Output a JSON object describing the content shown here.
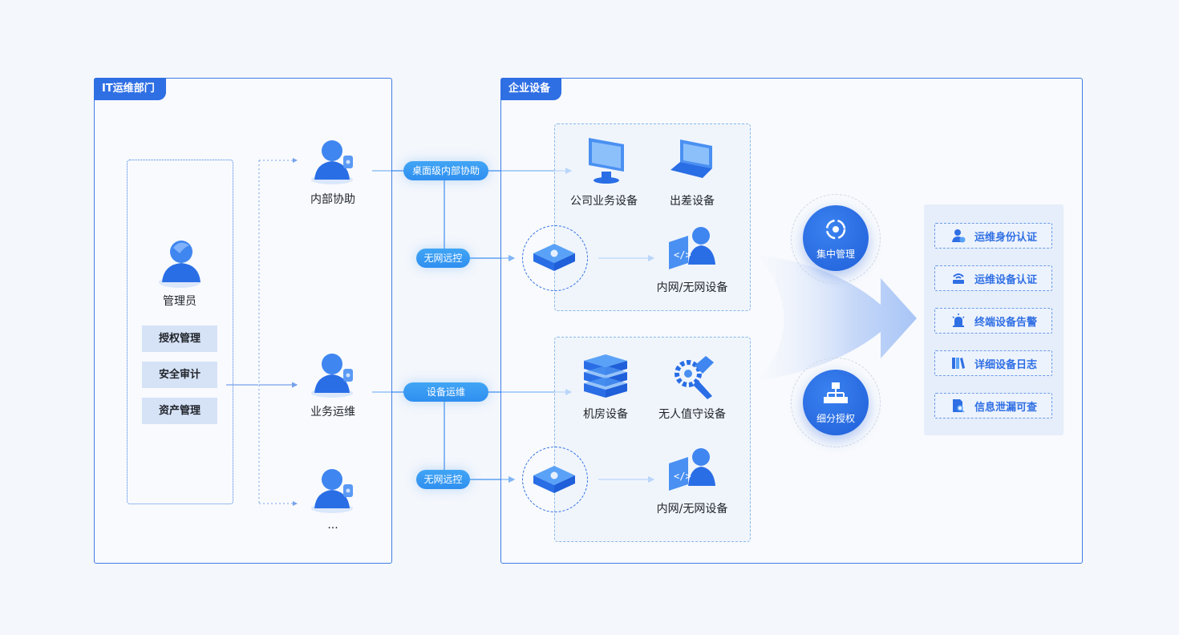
{
  "left_panel": {
    "title": "IT运维部门",
    "admin_label": "管理员",
    "roles": [
      "授权管理",
      "安全审计",
      "资产管理"
    ],
    "users": [
      {
        "label": "内部协助",
        "icon": "user-headset-icon"
      },
      {
        "label": "业务运维",
        "icon": "user-headset-icon"
      },
      {
        "label": "...",
        "icon": "user-headset-icon"
      }
    ]
  },
  "connectors": {
    "desktop_assist": "桌面级内部协助",
    "no_net_remote_top": "无网远控",
    "device_ops": "设备运维",
    "no_net_remote_bottom": "无网远控"
  },
  "right_panel": {
    "title": "企业设备",
    "group_top": {
      "devices": [
        {
          "label": "公司业务设备",
          "icon": "monitor-icon"
        },
        {
          "label": "出差设备",
          "icon": "laptop-icon"
        },
        {
          "label": "内网/无网设备",
          "icon": "intranet-device-icon"
        }
      ],
      "gateway_icon": "gateway-box-icon"
    },
    "group_bottom": {
      "devices": [
        {
          "label": "机房设备",
          "icon": "server-rack-icon"
        },
        {
          "label": "无人值守设备",
          "icon": "robot-arm-icon"
        },
        {
          "label": "内网/无网设备",
          "icon": "intranet-device-icon"
        }
      ],
      "gateway_icon": "gateway-box-icon"
    }
  },
  "hubs": [
    {
      "label": "集中管理",
      "icon": "sync-cycle-icon"
    },
    {
      "label": "细分授权",
      "icon": "hierarchy-icon"
    }
  ],
  "features": [
    {
      "label": "运维身份认证",
      "icon": "user-check-icon"
    },
    {
      "label": "运维设备认证",
      "icon": "router-icon"
    },
    {
      "label": "终端设备告警",
      "icon": "alarm-icon"
    },
    {
      "label": "详细设备日志",
      "icon": "log-books-icon"
    },
    {
      "label": "信息泄漏可查",
      "icon": "doc-search-icon"
    }
  ],
  "colors": {
    "primary": "#2f6fe4",
    "accent": "#41a5f5",
    "role_bg": "#d6e2f6",
    "feature_bg": "#edf3fd"
  }
}
